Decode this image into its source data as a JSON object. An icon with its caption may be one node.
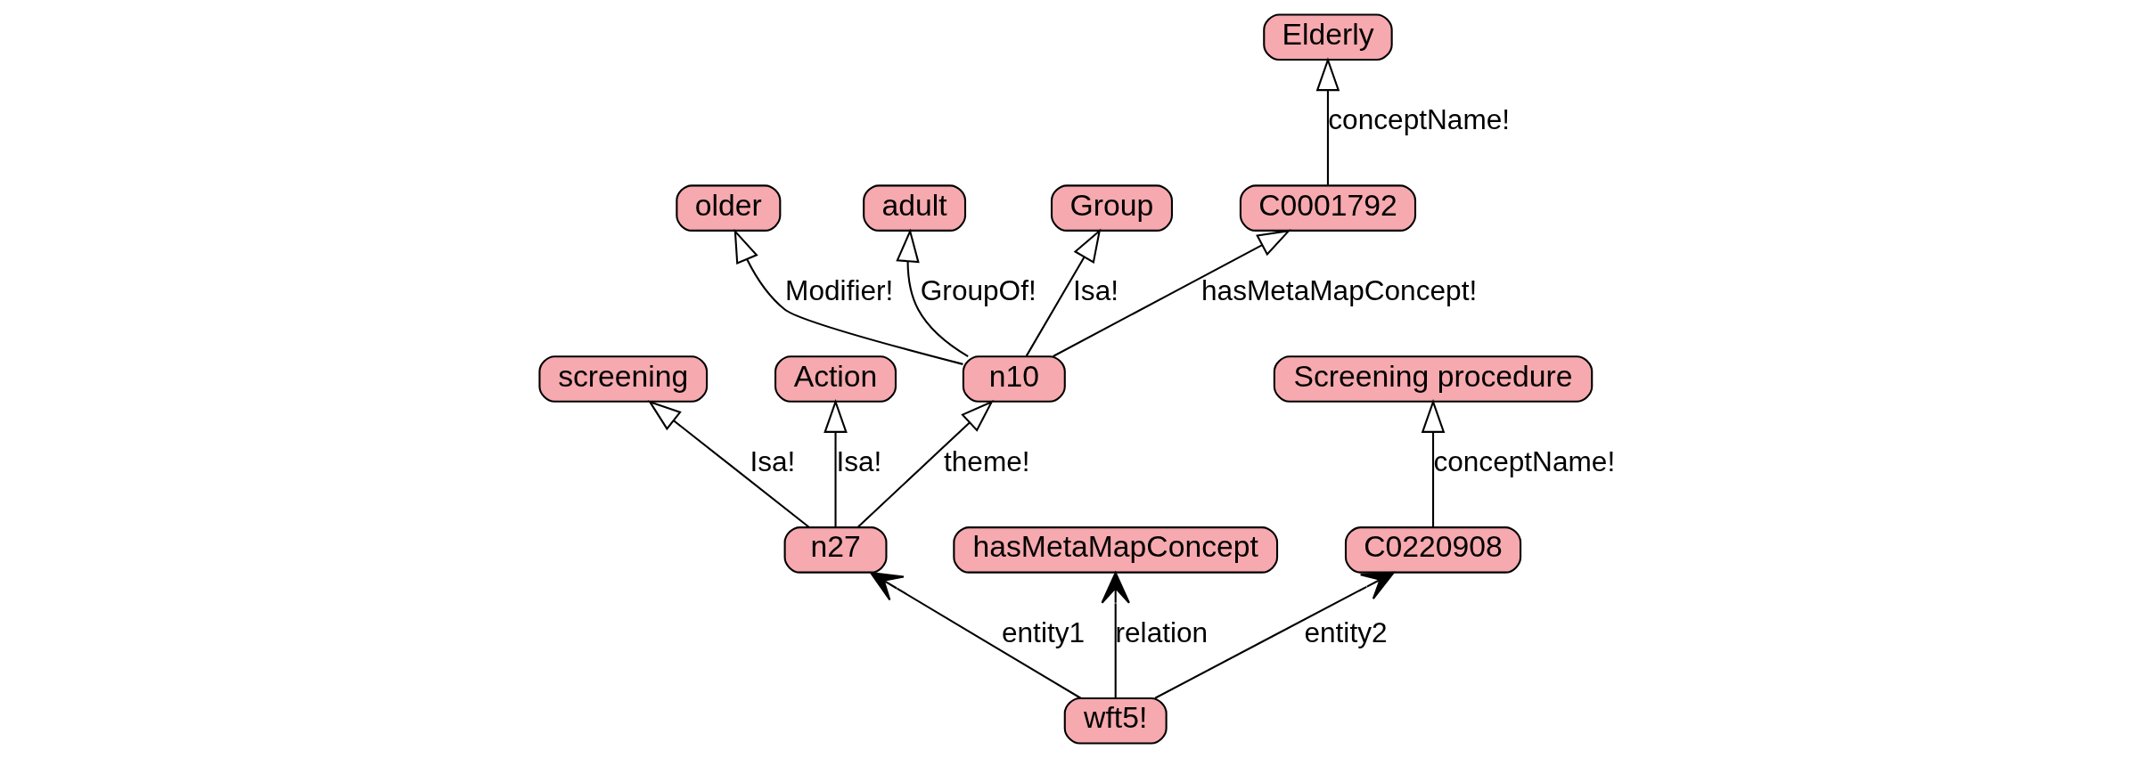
{
  "diagram": {
    "nodes": [
      {
        "text": [
          "screening"
        ]
      },
      {
        "text": [
          "Action"
        ]
      },
      {
        "text": [
          "older"
        ]
      },
      {
        "text": [
          "adult"
        ]
      },
      {
        "text": [
          "Group"
        ]
      },
      {
        "text": [
          "n27"
        ]
      },
      {
        "text": [
          "n10"
        ]
      },
      {
        "text": [
          "hasMetaMapConcept"
        ]
      },
      {
        "text": [
          "C0001792"
        ]
      },
      {
        "text": [
          "Elderly"
        ]
      },
      {
        "text": [
          "wft5!"
        ]
      },
      {
        "text": [
          "C0220908"
        ]
      },
      {
        "text": [
          "Screening procedure"
        ]
      }
    ],
    "edges": [
      {
        "from": 5,
        "to": 0,
        "arrow": "to",
        "label": "Isa!"
      },
      {
        "from": 5,
        "to": 1,
        "arrow": "to",
        "label": "Isa!"
      },
      {
        "from": 6,
        "to": 2,
        "arrow": "to",
        "label": "Modifier!"
      },
      {
        "from": 6,
        "to": 3,
        "arrow": "to",
        "label": "GroupOf!"
      },
      {
        "from": 6,
        "to": 4,
        "arrow": "to",
        "label": "Isa!"
      },
      {
        "from": 5,
        "to": 6,
        "arrow": "to",
        "label": "theme!"
      },
      {
        "from": 6,
        "to": 8,
        "arrow": "to",
        "label": "hasMetaMapConcept!"
      },
      {
        "from": 8,
        "to": 9,
        "arrow": "to",
        "label": "conceptName!"
      },
      {
        "from": 10,
        "to": 5,
        "arrow": "to",
        "label": "entity1"
      },
      {
        "from": 10,
        "to": 7,
        "arrow": "to",
        "label": "relation"
      },
      {
        "from": 10,
        "to": 11,
        "arrow": "to",
        "label": "entity2"
      },
      {
        "from": 11,
        "to": 12,
        "arrow": "to",
        "label": "conceptName!"
      }
    ]
  }
}
